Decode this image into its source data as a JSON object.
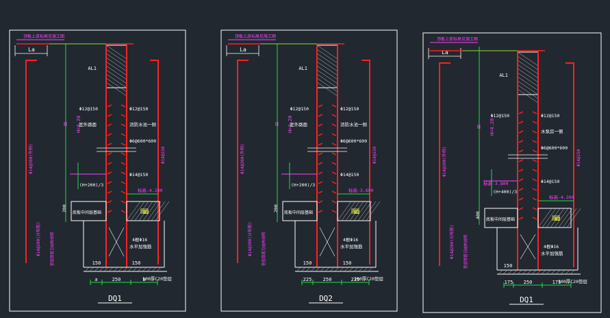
{
  "colors": {
    "background": "#212830",
    "frame": "#ffffff",
    "wall": "#ff2020",
    "rebar": "#ff2020",
    "dimension": "#20e040",
    "annotation": "#ff40ff",
    "text": "#ffffff",
    "hatch": "#c8c8c8",
    "slab_fill": "#ffff40"
  },
  "sheets": [
    {
      "title": "DQ1",
      "top_note": "顶板上皮标高见施工图",
      "la": "La",
      "beam": "AL1",
      "height_mark": "H",
      "height_value": "H=4.20",
      "rebar_left": "Φ12@150",
      "rebar_right": "Φ12@150",
      "room_left": "室外路面",
      "room_right": "消防水池一侧",
      "spacing_note": "Φ6@600*600",
      "lower_rebar": "Φ14@150",
      "left_vertical": "Φ14@200(外侧)",
      "right_vertical": "Φ14@150",
      "level_note": "标高-4.200",
      "waterstop": "(H+200)/3",
      "slab_note": "底板中间层基础",
      "left_vertical_2": "Φ14@200(分布筋)",
      "base_note": "垫层厚度见结构说明",
      "footing_note": "4根Φ16",
      "footing_note_2": "水平加强筋",
      "dim_250": "250",
      "dim_150a": "150",
      "dim_150b": "150",
      "dim_left": "a",
      "dim_mid": "250",
      "dim_right": "b",
      "dim_200": "200",
      "concrete": "100厚C20垫层",
      "b2": "B2"
    },
    {
      "title": "DQ2",
      "top_note": "顶板上皮标高见施工图",
      "la": "La",
      "beam": "AL1",
      "height_mark": "H",
      "height_value": "H=4.20",
      "rebar_left": "Φ12@150",
      "rebar_right": "Φ12@150",
      "room_left": "室外路面",
      "room_right": "消防水池一侧",
      "spacing_note": "Φ6@600*600",
      "lower_rebar": "Φ14@150",
      "left_vertical": "Φ14@200(外侧)",
      "right_vertical": "Φ14@150",
      "level_note": "标高-3.800",
      "waterstop": "(H+200)/3",
      "slab_note": "底板中间层基础",
      "left_vertical_2": "Φ14@200(分布筋)",
      "base_note": "垫层厚度见结构说明",
      "footing_note": "4根Φ16",
      "footing_note_2": "水平加强筋",
      "dim_250": "250",
      "dim_150a": "150",
      "dim_150b": "150",
      "dim_left": "225",
      "dim_mid": "250",
      "dim_right": "225",
      "dim_200": "200",
      "concrete": "100厚C20垫层",
      "b2": "B2"
    },
    {
      "title": "DQ1",
      "top_note": "顶板上皮标高见施工图",
      "la": "La",
      "beam": "AL1",
      "height_mark": "H",
      "height_value": "H=4.20",
      "rebar_left": "Φ12@150",
      "rebar_right": "Φ12@150",
      "room_left": "",
      "room_right": "水泵房一侧",
      "spacing_note": "Φ6@600*600",
      "lower_rebar": "Φ14@150",
      "left_vertical": "Φ14@200(外侧)",
      "right_vertical": "Φ14@150",
      "level_note": "标高-4.200",
      "level_note_2": "标高-3.800",
      "waterstop": "(H+400)/3",
      "slab_note": "底板中间层基础",
      "left_vertical_2": "Φ14@200(分布筋)",
      "base_note": "垫层厚度见结构说明",
      "footing_note": "4根Φ16",
      "footing_note_2": "水平加强筋",
      "dim_250": "250",
      "dim_150a": "150",
      "dim_150b": "",
      "dim_left": "175",
      "dim_mid": "250",
      "dim_right": "175",
      "dim_200": "400",
      "concrete": "100厚C20垫层",
      "b2": "B2"
    }
  ]
}
